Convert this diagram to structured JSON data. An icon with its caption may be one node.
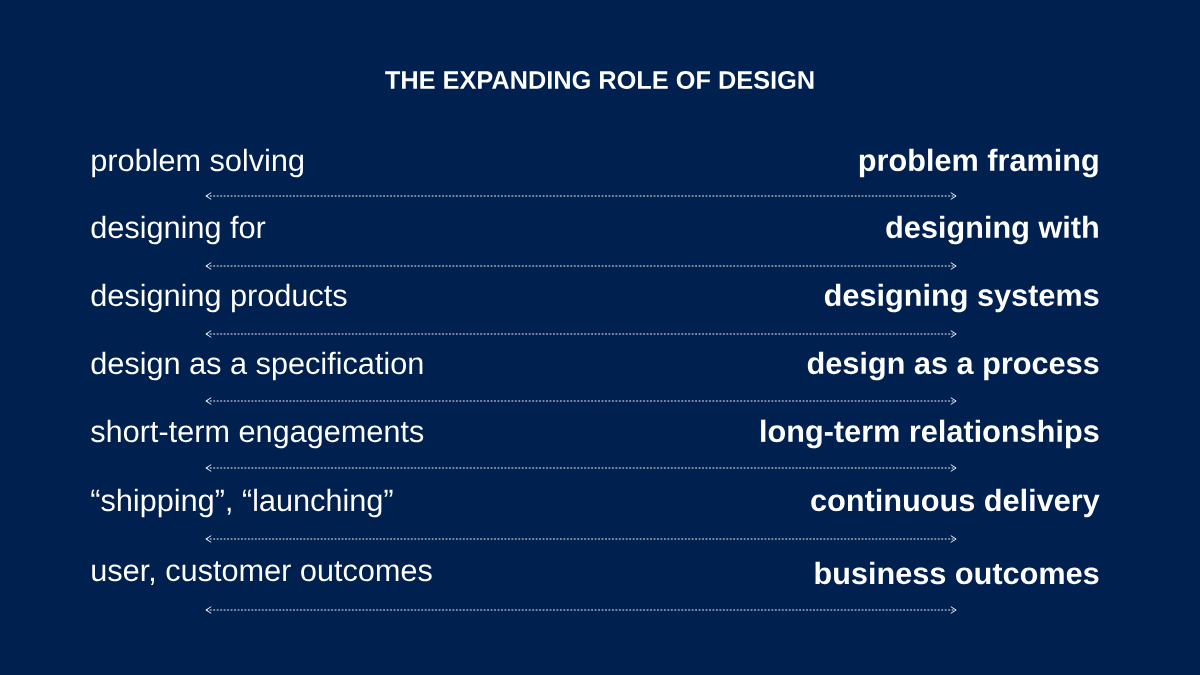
{
  "diagram": {
    "title": "THE EXPANDING ROLE OF DESIGN",
    "nodes": [
      {
        "text": [
          "problem solving"
        ]
      },
      {
        "text": [
          "problem framing"
        ]
      },
      {
        "text": [
          "designing for"
        ]
      },
      {
        "text": [
          "designing with"
        ]
      },
      {
        "text": [
          "designing products"
        ]
      },
      {
        "text": [
          "designing systems"
        ]
      },
      {
        "text": [
          "design as a specification"
        ]
      },
      {
        "text": [
          "design as a process"
        ]
      },
      {
        "text": [
          "short-term engagements"
        ]
      },
      {
        "text": [
          "long-term relationships"
        ]
      },
      {
        "text": [
          "“shipping”, “launching”"
        ]
      },
      {
        "text": [
          "continuous delivery"
        ]
      },
      {
        "text": [
          "user, customer outcomes"
        ]
      },
      {
        "text": [
          "business outcomes"
        ]
      }
    ],
    "edges": [
      {
        "from": 0,
        "to": 1,
        "arrow": "both",
        "style": "dashed"
      },
      {
        "from": 2,
        "to": 3,
        "arrow": "both",
        "style": "dashed"
      },
      {
        "from": 4,
        "to": 5,
        "arrow": "both",
        "style": "dashed"
      },
      {
        "from": 6,
        "to": 7,
        "arrow": "both",
        "style": "dashed"
      },
      {
        "from": 8,
        "to": 9,
        "arrow": "both",
        "style": "dashed"
      },
      {
        "from": 10,
        "to": 11,
        "arrow": "both",
        "style": "dashed"
      },
      {
        "from": 12,
        "to": 13,
        "arrow": "both",
        "style": "dashed"
      }
    ]
  }
}
